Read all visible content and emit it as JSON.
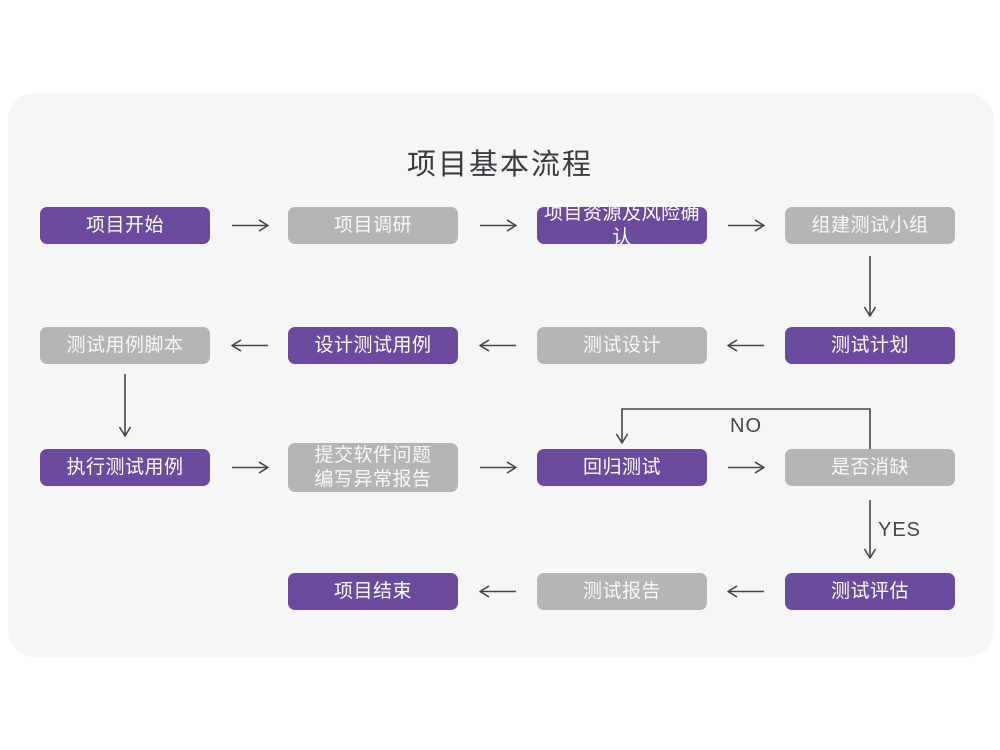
{
  "page": {
    "title": "项目基本流程"
  },
  "diagram": {
    "colors": {
      "purple": "#6b4b9e",
      "gray": "#b5b4b6",
      "card_bg": "#f6f6f7",
      "arrow": "#47464b",
      "title": "#3c3b40"
    },
    "nodes": [
      {
        "id": "project-start",
        "label": "项目开始",
        "variant": "purple"
      },
      {
        "id": "project-research",
        "label": "项目调研",
        "variant": "gray"
      },
      {
        "id": "resource-risk",
        "label": "项目资源及风险确认",
        "variant": "purple"
      },
      {
        "id": "build-test-team",
        "label": "组建测试小组",
        "variant": "gray"
      },
      {
        "id": "test-plan",
        "label": "测试计划",
        "variant": "purple"
      },
      {
        "id": "test-design",
        "label": "测试设计",
        "variant": "gray"
      },
      {
        "id": "design-test-cases",
        "label": "设计测试用例",
        "variant": "purple"
      },
      {
        "id": "test-case-script",
        "label": "测试用例脚本",
        "variant": "gray"
      },
      {
        "id": "execute-test-cases",
        "label": "执行测试用例",
        "variant": "purple"
      },
      {
        "id": "submit-issues-report",
        "label": "提交软件问题\n编写异常报告",
        "variant": "gray"
      },
      {
        "id": "regression-test",
        "label": "回归测试",
        "variant": "purple"
      },
      {
        "id": "defect-resolved",
        "label": "是否消缺",
        "variant": "gray"
      },
      {
        "id": "test-evaluation",
        "label": "测试评估",
        "variant": "purple"
      },
      {
        "id": "test-report",
        "label": "测试报告",
        "variant": "gray"
      },
      {
        "id": "project-end",
        "label": "项目结束",
        "variant": "purple"
      }
    ],
    "edge_labels": {
      "no": "NO",
      "yes": "YES"
    }
  }
}
